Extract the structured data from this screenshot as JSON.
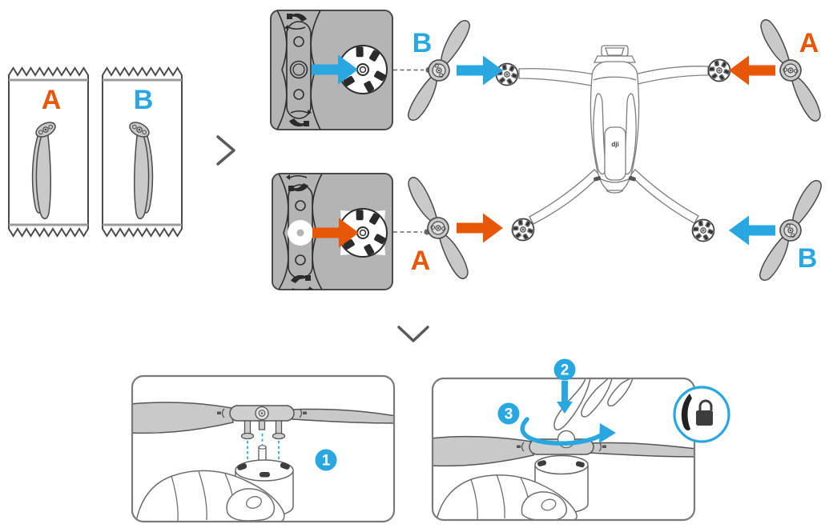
{
  "title": "Propeller Installation Diagram",
  "labels": {
    "package_a": "A",
    "package_b": "B",
    "prop_b_mid": "B",
    "prop_a_mid": "A",
    "prop_a_right": "A",
    "prop_b_right": "B",
    "step_1": "1",
    "step_2": "2",
    "step_3": "3",
    "drone_logo": "dji"
  },
  "colors": {
    "accent_orange": "#E85708",
    "accent_blue": "#29A7E1",
    "propeller_gray": "#C9C9C9",
    "closeup_box_gray": "#B4B4B4",
    "outline_dark": "#4A4A4A",
    "panel_border_gray": "#7A7A7A"
  },
  "icons": {
    "next_separator": "chevron-right",
    "then_separator": "chevron-down",
    "direction_arrows": "block-arrow",
    "lock_indicator": "rotate-to-lock-padlock",
    "marked_motor_indicator": "white-dot-starburst",
    "arm_marking_glyph": "blade-with-square"
  }
}
